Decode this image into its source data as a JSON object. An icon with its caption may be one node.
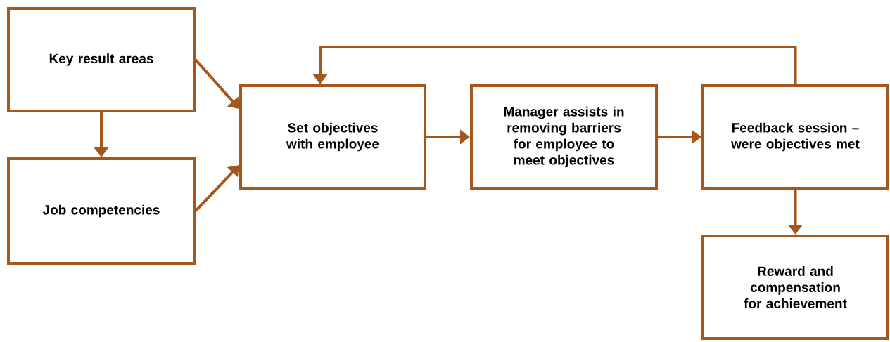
{
  "diagram": {
    "nodes": [
      {
        "text": [
          "Key result areas"
        ]
      },
      {
        "text": [
          "Job competencies"
        ]
      },
      {
        "text": [
          "Set objectives with employee"
        ]
      },
      {
        "text": [
          "Manager assists in removing barriers for employee to meet objectives"
        ]
      },
      {
        "text": [
          "Feedback session – were objectives met"
        ]
      },
      {
        "text": [
          "Reward and compensation for achievement"
        ]
      }
    ],
    "edges": [
      {
        "from": 0,
        "to": 1,
        "arrow": "to"
      },
      {
        "from": 0,
        "to": 2,
        "arrow": "to"
      },
      {
        "from": 1,
        "to": 2,
        "arrow": "to"
      },
      {
        "from": 2,
        "to": 3,
        "arrow": "to"
      },
      {
        "from": 3,
        "to": 4,
        "arrow": "to"
      },
      {
        "from": 4,
        "to": 2,
        "arrow": "to"
      },
      {
        "from": 4,
        "to": 5,
        "arrow": "to"
      }
    ]
  }
}
